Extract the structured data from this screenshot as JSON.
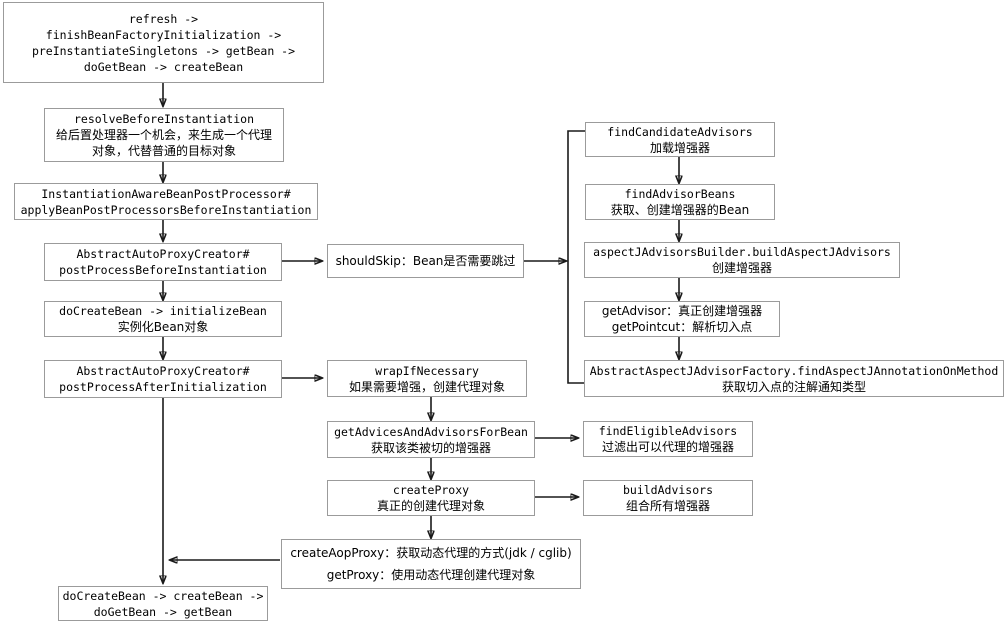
{
  "diagram": {
    "title": "Spring AOP createBean flow",
    "background": "#ffffff",
    "border_color": "#9b9b9b",
    "edge_color": "#1a1a1a"
  },
  "nodes": {
    "entry": {
      "lines": [
        "refresh ->",
        "finishBeanFactoryInitialization ->",
        "preInstantiateSingletons -> getBean ->",
        "doGetBean -> createBean"
      ]
    },
    "resolve_before_instantiation": {
      "lines": [
        "resolveBeforeInstantiation",
        "给后置处理器一个机会，来生成一个代理",
        "对象，代替普通的目标对象"
      ]
    },
    "instantiation_aware": {
      "lines": [
        "InstantiationAwareBeanPostProcessor#",
        "applyBeanPostProcessorsBeforeInstantiation"
      ]
    },
    "post_process_before": {
      "lines": [
        "AbstractAutoProxyCreator#",
        "postProcessBeforeInstantiation"
      ]
    },
    "do_create_bean_init": {
      "lines": [
        "doCreateBean -> initializeBean",
        "实例化Bean对象"
      ]
    },
    "post_process_after": {
      "lines": [
        "AbstractAutoProxyCreator#",
        "postProcessAfterInitialization"
      ]
    },
    "bottom_exit": {
      "lines": [
        "doCreateBean -> createBean ->",
        "doGetBean -> getBean"
      ]
    },
    "should_skip": {
      "lines": [
        "shouldSkip：Bean是否需要跳过"
      ]
    },
    "wrap_if_necessary": {
      "lines": [
        "wrapIfNecessary",
        "如果需要增强，创建代理对象"
      ]
    },
    "get_advices_and_advisors": {
      "lines": [
        "getAdvicesAndAdvisorsForBean",
        "获取该类被切的增强器"
      ]
    },
    "create_proxy": {
      "lines": [
        "createProxy",
        "真正的创建代理对象"
      ]
    },
    "create_aop_proxy": {
      "lines": [
        "createAopProxy：获取动态代理的方式(jdk / cglib)",
        "getProxy：使用动态代理创建代理对象"
      ]
    },
    "find_candidate_advisors": {
      "lines": [
        "findCandidateAdvisors",
        "加载增强器"
      ]
    },
    "find_advisor_beans": {
      "lines": [
        "findAdvisorBeans",
        "获取、创建增强器的Bean"
      ]
    },
    "build_aspectj_advisors": {
      "lines": [
        "aspectJAdvisorsBuilder.buildAspectJAdvisors",
        "创建增强器"
      ]
    },
    "get_advisor": {
      "lines": [
        "getAdvisor：真正创建增强器",
        "getPointcut：解析切入点"
      ]
    },
    "find_aspectj_annotation": {
      "lines": [
        "AbstractAspectJAdvisorFactory.findAspectJAnnotationOnMethod",
        "获取切入点的注解通知类型"
      ]
    },
    "find_eligible_advisors": {
      "lines": [
        "findEligibleAdvisors",
        "过滤出可以代理的增强器"
      ]
    },
    "build_advisors": {
      "lines": [
        "buildAdvisors",
        "组合所有增强器"
      ]
    }
  }
}
